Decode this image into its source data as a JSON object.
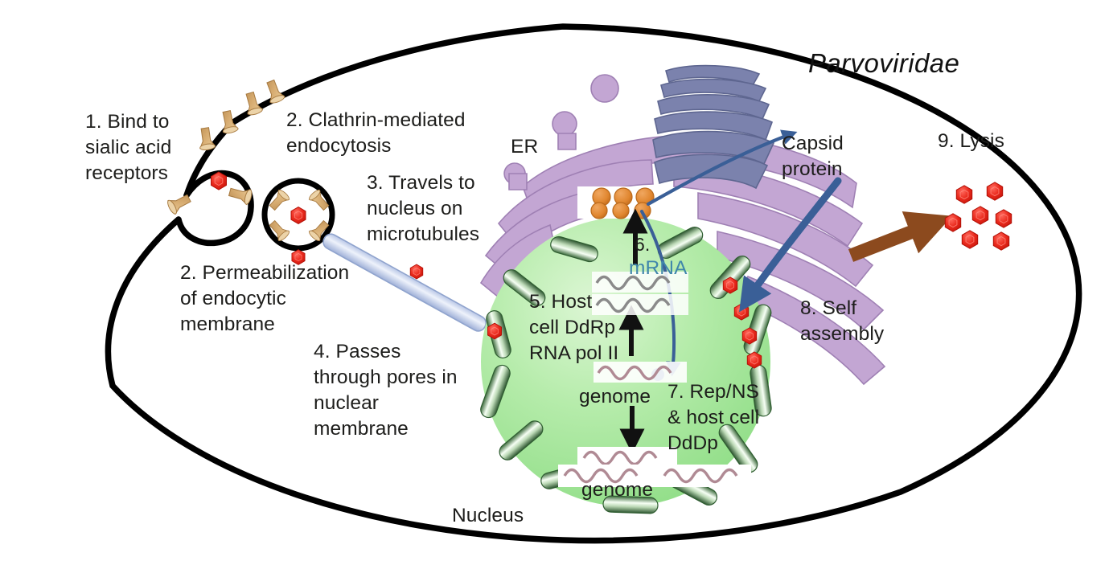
{
  "figure": {
    "title": "Parvoviridae",
    "type": "virus-replication-cycle-diagram",
    "organelles": {
      "er_label": "ER",
      "nucleus_label": "Nucleus"
    },
    "steps": [
      {
        "id": 1,
        "text": "1. Bind to\nsialic acid\nreceptors"
      },
      {
        "id": 2,
        "text": "2. Clathrin-mediated\nendocytosis"
      },
      {
        "id": 3,
        "text": "2. Permeabilization\nof endocytic\nmembrane"
      },
      {
        "id": 4,
        "text": "3. Travels to\nnucleus on\nmicrotubules"
      },
      {
        "id": 5,
        "text": "4. Passes\nthrough pores in\nnuclear\nmembrane"
      },
      {
        "id": 6,
        "text": "5. Host\ncell DdRp\nRNA pol II"
      },
      {
        "id": 7,
        "text": "6."
      },
      {
        "id": 8,
        "text": "mRNA"
      },
      {
        "id": 9,
        "text": "7. Rep/NS\n& host cell\nDdDp"
      },
      {
        "id": 10,
        "text": "8. Self\nassembly"
      },
      {
        "id": 11,
        "text": "9. Lysis"
      },
      {
        "id": 12,
        "text": "Capsid\nprotein"
      }
    ],
    "molecule_labels": {
      "genome_upper": "genome",
      "genome_lower": "genome"
    },
    "colors": {
      "cell_membrane": "#000000",
      "nucleus_fill": "#a8e8a0",
      "nuclear_pore": "#2f5d31",
      "er": "#c3a6d3",
      "golgi": "#7b82ad",
      "ribosome": "#e08a3c",
      "virion": "#e8211a",
      "receptor": "#d9b17a",
      "microtubule": "#c2cde8",
      "mrna_strand": "#8a8a8a",
      "genome_strand": "#b08a94",
      "capsid_arrow": "#3a5f97",
      "lysis_arrow": "#8c4a1e",
      "mrna_text": "#3f86ab"
    },
    "counts": {
      "surface_receptors": 6,
      "ribosome_pairs": 3,
      "virions_in_nucleus": 4,
      "virions_released": 7,
      "mrna_strands": 2,
      "genome_strands_lower": 3
    }
  }
}
